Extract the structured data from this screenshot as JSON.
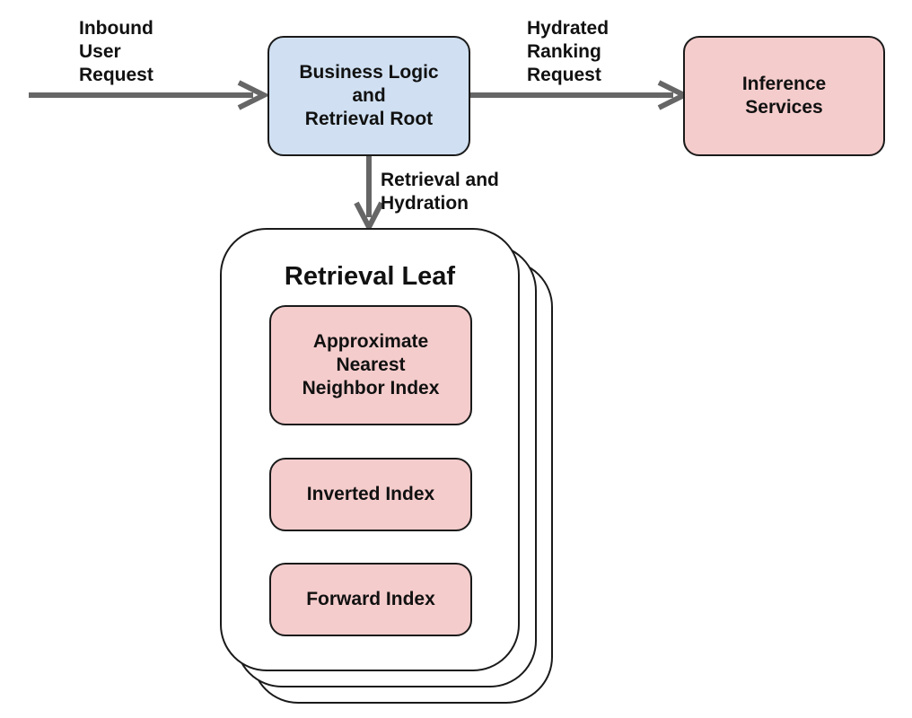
{
  "colors": {
    "root_fill": "#d0e0f2",
    "index_fill": "#f5cccc",
    "arrow": "#666666",
    "border": "#1a1a1a"
  },
  "edges": {
    "inbound": "Inbound\nUser\nRequest",
    "hydrated": "Hydrated\nRanking\nRequest",
    "retrieval": "Retrieval and\nHydration"
  },
  "nodes": {
    "root": "Business Logic\nand\nRetrieval Root",
    "inference": "Inference\nServices"
  },
  "leaf": {
    "title": "Retrieval Leaf",
    "indexes": [
      "Approximate\nNearest\nNeighbor Index",
      "Inverted Index",
      "Forward Index"
    ]
  }
}
